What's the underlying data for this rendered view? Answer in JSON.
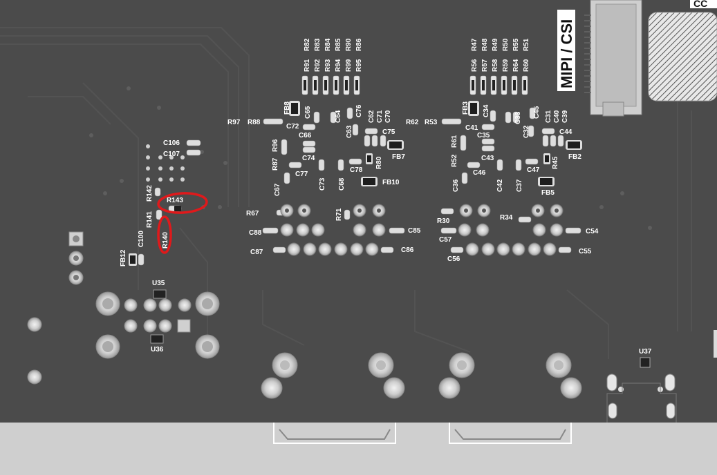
{
  "board": {
    "connector_label": "MIPI / CSI",
    "corner_fragment": "CC",
    "colors": {
      "pcb": "#4a4a4a",
      "pcb_dark": "#3d3d3d",
      "silk": "#ffffff",
      "pad": "#d9d9d9",
      "highlight": "#e0191b",
      "edge": "#cfcfcf"
    }
  },
  "labels_h": [
    {
      "id": "C106",
      "text": "C106"
    },
    {
      "id": "C107",
      "text": "C107"
    },
    {
      "id": "R143",
      "text": "R143"
    },
    {
      "id": "C100",
      "text": "C100"
    },
    {
      "id": "U35",
      "text": "U35"
    },
    {
      "id": "U36",
      "text": "U36"
    },
    {
      "id": "R97",
      "text": "R97"
    },
    {
      "id": "R88",
      "text": "R88"
    },
    {
      "id": "C72",
      "text": "C72"
    },
    {
      "id": "C66",
      "text": "C66"
    },
    {
      "id": "C74",
      "text": "C74"
    },
    {
      "id": "C77",
      "text": "C77"
    },
    {
      "id": "C75",
      "text": "C75"
    },
    {
      "id": "FB7",
      "text": "FB7"
    },
    {
      "id": "C78",
      "text": "C78"
    },
    {
      "id": "FB10",
      "text": "FB10"
    },
    {
      "id": "R62",
      "text": "R62"
    },
    {
      "id": "R53",
      "text": "R53"
    },
    {
      "id": "C41",
      "text": "C41"
    },
    {
      "id": "C35",
      "text": "C35"
    },
    {
      "id": "C43",
      "text": "C43"
    },
    {
      "id": "C46",
      "text": "C46"
    },
    {
      "id": "C44",
      "text": "C44"
    },
    {
      "id": "FB2",
      "text": "FB2"
    },
    {
      "id": "C47",
      "text": "C47"
    },
    {
      "id": "FB5",
      "text": "FB5"
    },
    {
      "id": "R67",
      "text": "R67"
    },
    {
      "id": "C88",
      "text": "C88"
    },
    {
      "id": "C87",
      "text": "C87"
    },
    {
      "id": "C85",
      "text": "C85"
    },
    {
      "id": "C86",
      "text": "C86"
    },
    {
      "id": "R30",
      "text": "R30"
    },
    {
      "id": "C57",
      "text": "C57"
    },
    {
      "id": "C56",
      "text": "C56"
    },
    {
      "id": "R34",
      "text": "R34"
    },
    {
      "id": "C54",
      "text": "C54"
    },
    {
      "id": "C55",
      "text": "C55"
    },
    {
      "id": "U37",
      "text": "U37"
    }
  ],
  "labels_v": [
    {
      "id": "R82",
      "text": "R82"
    },
    {
      "id": "R83",
      "text": "R83"
    },
    {
      "id": "R84",
      "text": "R84"
    },
    {
      "id": "R85",
      "text": "R85"
    },
    {
      "id": "R90",
      "text": "R90"
    },
    {
      "id": "R86",
      "text": "R86"
    },
    {
      "id": "R91",
      "text": "R91"
    },
    {
      "id": "R92",
      "text": "R92"
    },
    {
      "id": "R93",
      "text": "R93"
    },
    {
      "id": "R94",
      "text": "R94"
    },
    {
      "id": "R99",
      "text": "R99"
    },
    {
      "id": "R95",
      "text": "R95"
    },
    {
      "id": "R47",
      "text": "R47"
    },
    {
      "id": "R48",
      "text": "R48"
    },
    {
      "id": "R49",
      "text": "R49"
    },
    {
      "id": "R50",
      "text": "R50"
    },
    {
      "id": "R55",
      "text": "R55"
    },
    {
      "id": "R51",
      "text": "R51"
    },
    {
      "id": "R56",
      "text": "R56"
    },
    {
      "id": "R57",
      "text": "R57"
    },
    {
      "id": "R58",
      "text": "R58"
    },
    {
      "id": "R59",
      "text": "R59"
    },
    {
      "id": "R64",
      "text": "R64"
    },
    {
      "id": "R60",
      "text": "R60"
    },
    {
      "id": "FB8",
      "text": "FB8"
    },
    {
      "id": "C65",
      "text": "C65"
    },
    {
      "id": "C64",
      "text": "C64"
    },
    {
      "id": "C76",
      "text": "C76"
    },
    {
      "id": "C63",
      "text": "C63"
    },
    {
      "id": "C62",
      "text": "C62"
    },
    {
      "id": "C71",
      "text": "C71"
    },
    {
      "id": "C70",
      "text": "C70"
    },
    {
      "id": "R96",
      "text": "R96"
    },
    {
      "id": "R87",
      "text": "R87"
    },
    {
      "id": "C73",
      "text": "C73"
    },
    {
      "id": "C68",
      "text": "C68"
    },
    {
      "id": "R80",
      "text": "R80"
    },
    {
      "id": "C67",
      "text": "C67"
    },
    {
      "id": "FB3",
      "text": "FB3"
    },
    {
      "id": "C34",
      "text": "C34"
    },
    {
      "id": "C33",
      "text": "C33"
    },
    {
      "id": "C45",
      "text": "C45"
    },
    {
      "id": "C31",
      "text": "C31"
    },
    {
      "id": "C40",
      "text": "C40"
    },
    {
      "id": "C39",
      "text": "C39"
    },
    {
      "id": "C32",
      "text": "C32"
    },
    {
      "id": "R61",
      "text": "R61"
    },
    {
      "id": "R52",
      "text": "R52"
    },
    {
      "id": "C36",
      "text": "C36"
    },
    {
      "id": "C42",
      "text": "C42"
    },
    {
      "id": "C37",
      "text": "C37"
    },
    {
      "id": "R45",
      "text": "R45"
    },
    {
      "id": "R142",
      "text": "R142"
    },
    {
      "id": "R141",
      "text": "R141"
    },
    {
      "id": "R140",
      "text": "R140"
    },
    {
      "id": "FB12",
      "text": "FB12"
    },
    {
      "id": "R71",
      "text": "R71"
    }
  ]
}
